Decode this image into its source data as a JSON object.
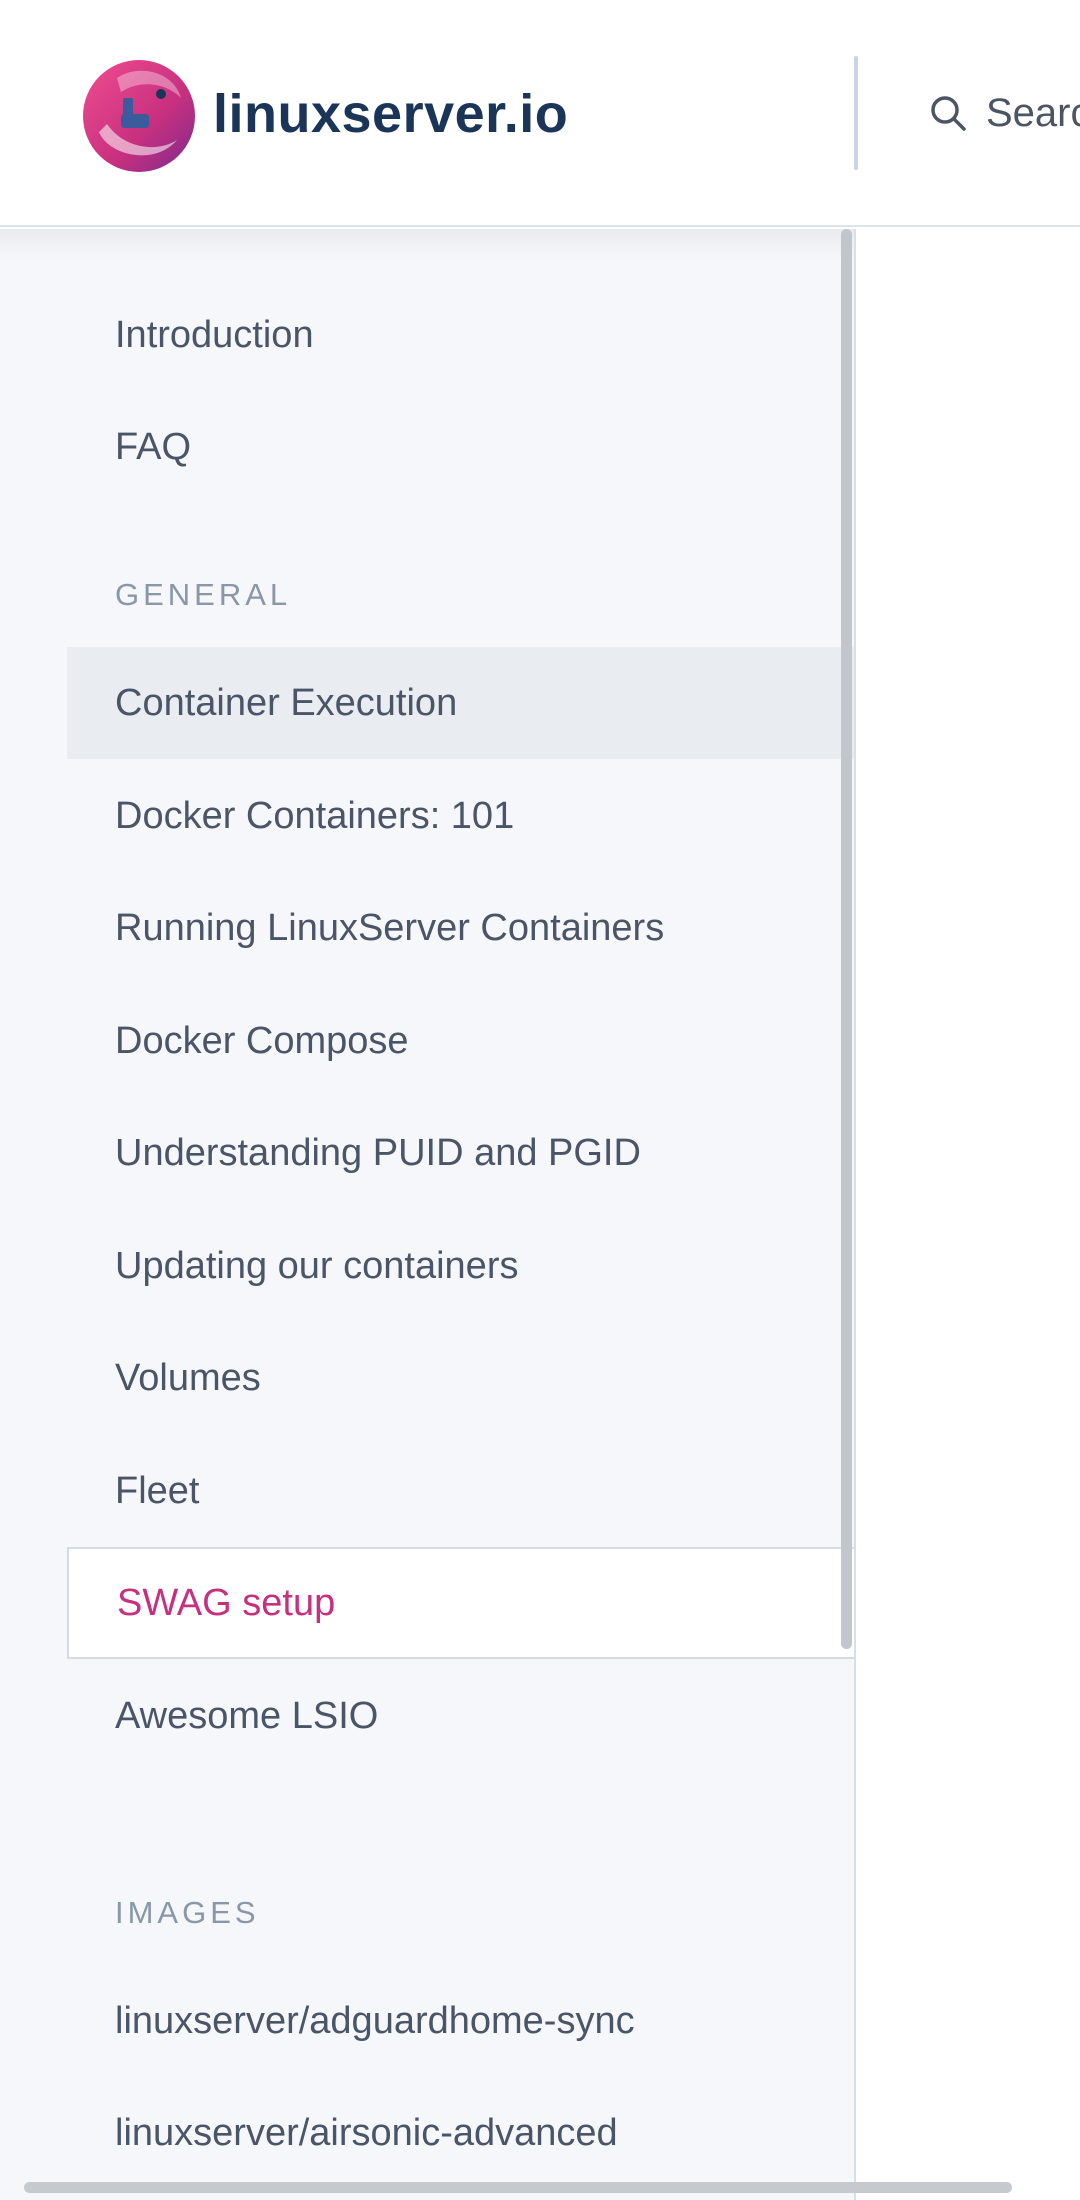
{
  "header": {
    "logo_text": "linuxserver.io",
    "search_text": "Searc"
  },
  "sidebar": {
    "top_items": [
      {
        "label": "Introduction"
      },
      {
        "label": "FAQ"
      }
    ],
    "general_title": "GENERAL",
    "general_items": [
      {
        "label": "Container Execution"
      },
      {
        "label": "Docker Containers: 101"
      },
      {
        "label": "Running LinuxServer Containers"
      },
      {
        "label": "Docker Compose"
      },
      {
        "label": "Understanding PUID and PGID"
      },
      {
        "label": "Updating our containers"
      },
      {
        "label": "Volumes"
      },
      {
        "label": "Fleet"
      },
      {
        "label": "SWAG setup"
      },
      {
        "label": "Awesome LSIO"
      }
    ],
    "images_title": "IMAGES",
    "image_items": [
      {
        "label": "linuxserver/adguardhome-sync"
      },
      {
        "label": "linuxserver/airsonic-advanced"
      }
    ]
  },
  "colors": {
    "accent": "#c7307f",
    "logo_text": "#1b3558",
    "sidebar_bg": "#f5f7fa",
    "hover_bg": "#e9ecf0"
  },
  "icons": {
    "logo": "linuxserver-logo-icon",
    "search": "search-icon"
  }
}
